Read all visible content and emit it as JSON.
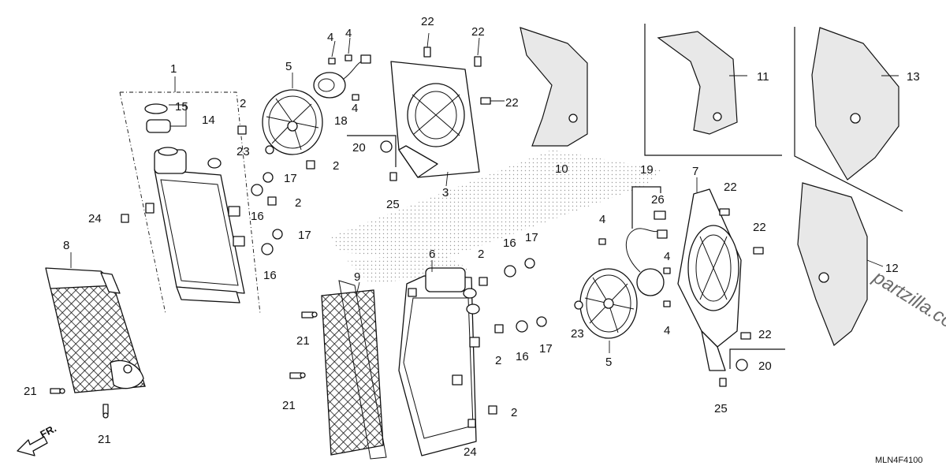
{
  "diagram": {
    "code": "MLN4F4100",
    "watermark": "partzilla.com",
    "direction_label": "FR.",
    "callouts": {
      "c1": "1",
      "c2a": "2",
      "c2b": "2",
      "c2c": "2",
      "c2d": "2",
      "c2e": "2",
      "c2f": "2",
      "c3": "3",
      "c4a": "4",
      "c4b": "4",
      "c4c": "4",
      "c4d": "4",
      "c4e": "4",
      "c4f": "4",
      "c5a": "5",
      "c5b": "5",
      "c6": "6",
      "c7": "7",
      "c8": "8",
      "c9": "9",
      "c10": "10",
      "c11": "11",
      "c12": "12",
      "c13": "13",
      "c14": "14",
      "c15": "15",
      "c16a": "16",
      "c16b": "16",
      "c16c": "16",
      "c16d": "16",
      "c17a": "17",
      "c17b": "17",
      "c17c": "17",
      "c17d": "17",
      "c18": "18",
      "c19": "19",
      "c20a": "20",
      "c20b": "20",
      "c21a": "21",
      "c21b": "21",
      "c21c": "21",
      "c21d": "21",
      "c22a": "22",
      "c22b": "22",
      "c22c": "22",
      "c22d": "22",
      "c22e": "22",
      "c22f": "22",
      "c23a": "23",
      "c23b": "23",
      "c24a": "24",
      "c24b": "24",
      "c25a": "25",
      "c25b": "25",
      "c26": "26"
    }
  }
}
